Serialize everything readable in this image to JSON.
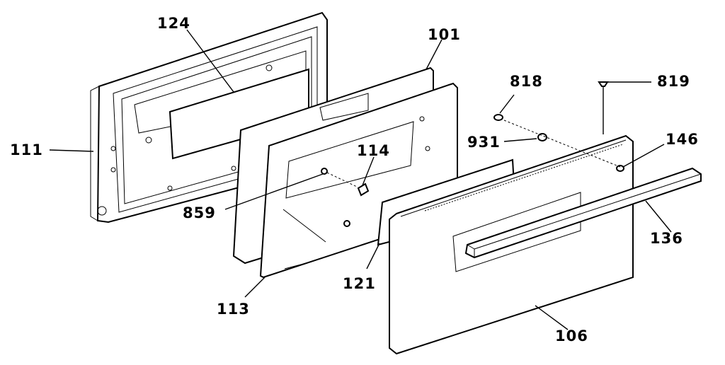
{
  "labels": {
    "p111": "111",
    "p124": "124",
    "p101": "101",
    "p818": "818",
    "p819": "819",
    "p931": "931",
    "p146": "146",
    "p114": "114",
    "p859": "859",
    "p136": "136",
    "p121": "121",
    "p113": "113",
    "p106": "106"
  }
}
